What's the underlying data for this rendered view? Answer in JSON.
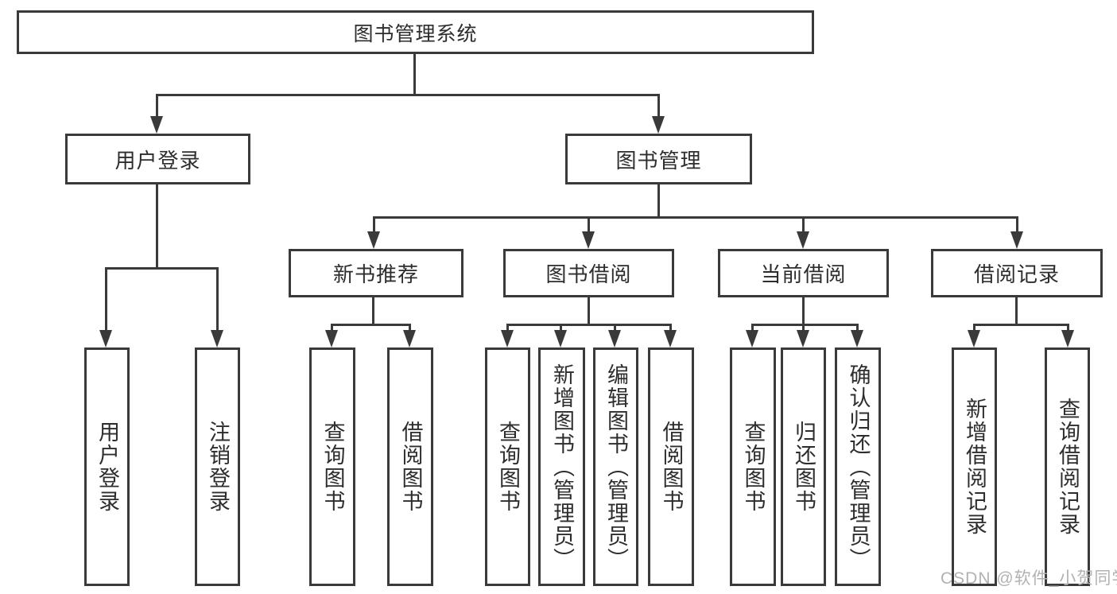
{
  "diagram": {
    "title_node": {
      "label": "图书管理系统"
    },
    "level2": [
      {
        "label": "用户登录"
      },
      {
        "label": "图书管理"
      }
    ],
    "level3": [
      {
        "label": "新书推荐"
      },
      {
        "label": "图书借阅"
      },
      {
        "label": "当前借阅"
      },
      {
        "label": "借阅记录"
      }
    ],
    "leaves": {
      "user_login": [
        "用户登录",
        "注销登录"
      ],
      "new_book": [
        "查询图书",
        "借阅图书"
      ],
      "book_borrow": [
        "查询图书",
        "新增图书（管理员）",
        "编辑图书（管理员）",
        "借阅图书"
      ],
      "current_borrow": [
        "查询图书",
        "归还图书",
        "确认归还（管理员）"
      ],
      "borrow_records": [
        "新增借阅记录",
        "查询借阅记录"
      ]
    }
  },
  "watermark": {
    "text": "CSDN @软件_小贺同学",
    "color": "#b2b2b2"
  },
  "colors": {
    "line": "#3a3a3a",
    "text": "#2d2d2d",
    "background": "#ffffff"
  }
}
